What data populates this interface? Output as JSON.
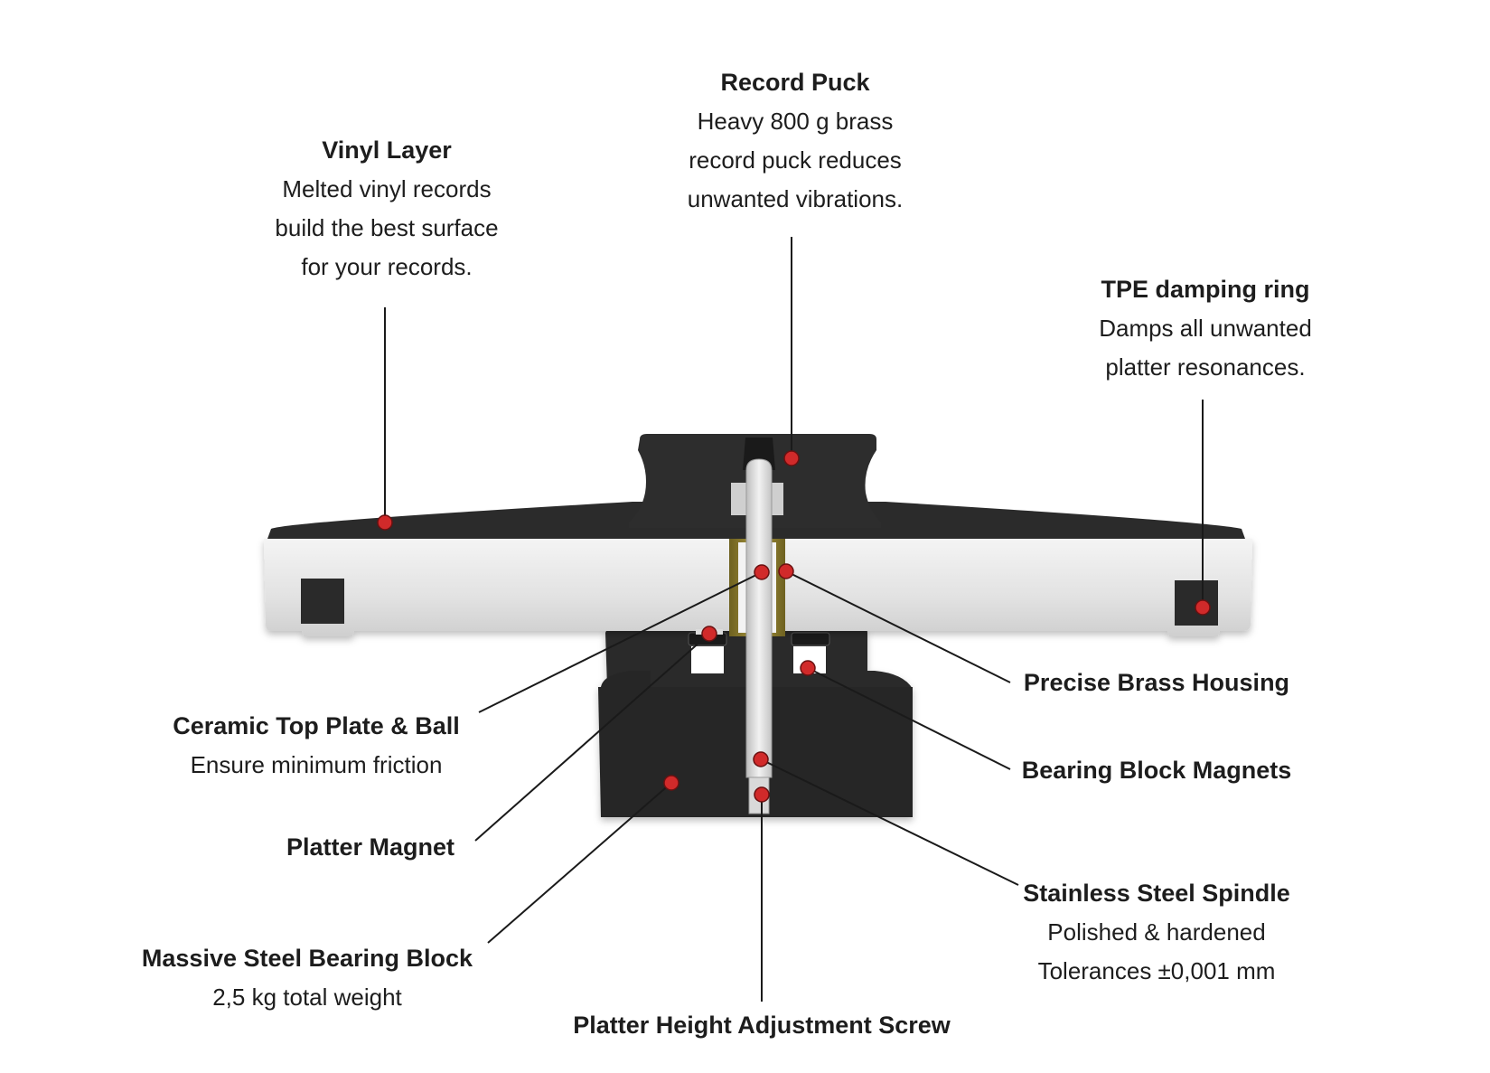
{
  "diagram": {
    "callouts": {
      "record_puck": {
        "title": "Record Puck",
        "lines": [
          "Heavy 800 g brass",
          "record puck reduces",
          "unwanted vibrations."
        ]
      },
      "vinyl_layer": {
        "title": "Vinyl Layer",
        "lines": [
          "Melted vinyl records",
          "build the best surface",
          "for your records."
        ]
      },
      "tpe_ring": {
        "title": "TPE damping ring",
        "lines": [
          "Damps all unwanted",
          "platter resonances."
        ]
      },
      "brass_housing": {
        "title": "Precise Brass Housing"
      },
      "bearing_magnets": {
        "title": "Bearing Block Magnets"
      },
      "ceramic_plate": {
        "title": "Ceramic Top Plate & Ball",
        "lines": [
          "Ensure minimum friction"
        ]
      },
      "platter_magnet": {
        "title": "Platter Magnet"
      },
      "spindle": {
        "title": "Stainless Steel Spindle",
        "lines": [
          "Polished & hardened",
          "Tolerances ±0,001 mm"
        ]
      },
      "bearing_block": {
        "title": "Massive Steel Bearing Block",
        "lines": [
          "2,5 kg total weight"
        ]
      },
      "height_screw": {
        "title": "Platter Height Adjustment Screw"
      }
    },
    "colors": {
      "marker": "#d12a2a",
      "vinyl": "#2b2b2b",
      "aluminium": "#e6e6e6",
      "brass": "#8a7a2e",
      "steel_block": "#2a2a2a"
    }
  }
}
